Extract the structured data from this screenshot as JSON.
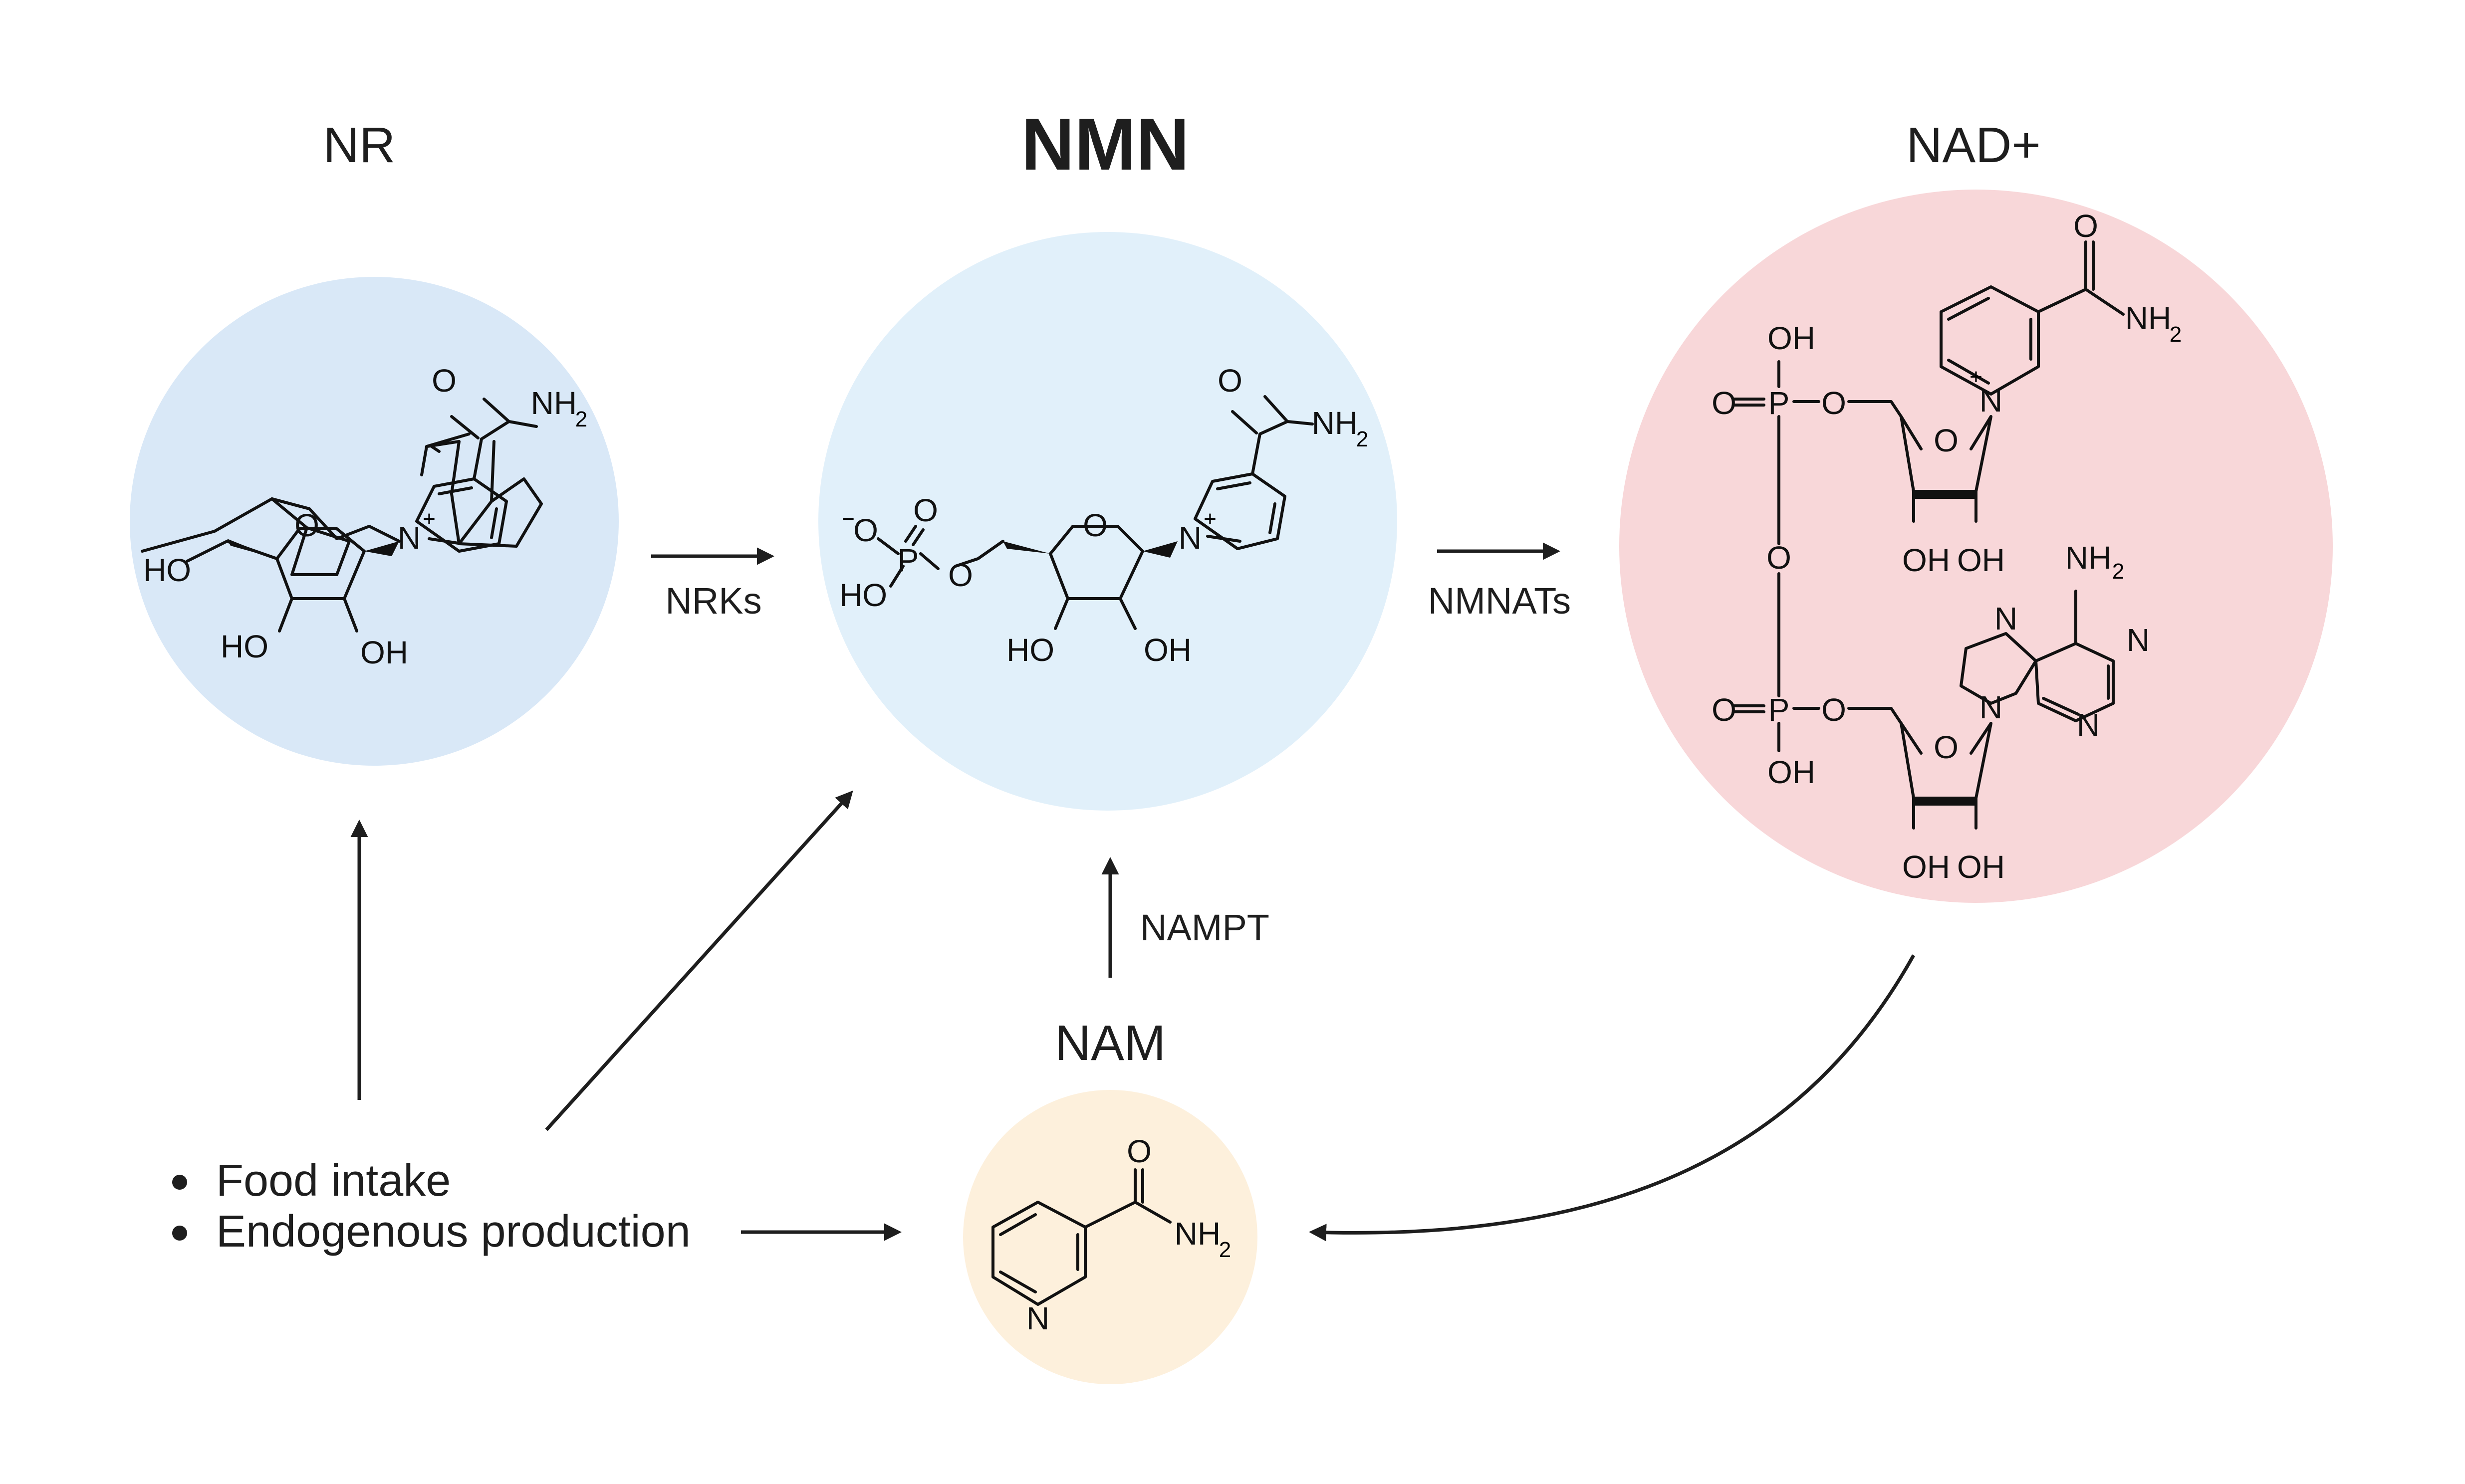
{
  "compounds": {
    "nr": {
      "label": "NR",
      "color": "#d9e8f7"
    },
    "nmn": {
      "label": "NMN",
      "color": "#e1f0fa"
    },
    "nad": {
      "label": "NAD+",
      "color": "#f8d7d9"
    },
    "nam": {
      "label": "NAM",
      "color": "#fdf0dc"
    }
  },
  "enzymes": {
    "nr_to_nmn": "NRKs",
    "nmn_to_nad": "NMNATs",
    "nam_to_nmn": "NAMPT"
  },
  "sources": {
    "items": [
      "Food intake",
      "Endogenous production"
    ]
  },
  "atoms": {
    "O": "O",
    "N": "N",
    "NH": "NH",
    "H": "H",
    "P": "P",
    "HO": "HO",
    "OH": "OH",
    "two": "2",
    "plus": "+",
    "minus": "−"
  }
}
